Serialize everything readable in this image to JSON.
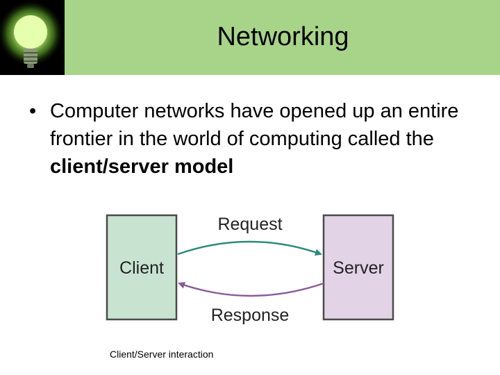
{
  "header": {
    "title": "Networking"
  },
  "bullet": {
    "symbol": "•",
    "text_before": "Computer networks have opened up an entire frontier in the world of computing called the ",
    "bold_text": "client/server model"
  },
  "diagram": {
    "client_label": "Client",
    "server_label": "Server",
    "request_label": "Request",
    "response_label": "Response",
    "caption": "Client/Server interaction"
  },
  "colors": {
    "header_bg": "#a8d48a",
    "client_fill": "#c8e4d0",
    "server_fill": "#e2d3e6",
    "request_arrow": "#2d8a78",
    "response_arrow": "#8a5a9a"
  },
  "icons": {
    "logo": "lightbulb-icon"
  }
}
